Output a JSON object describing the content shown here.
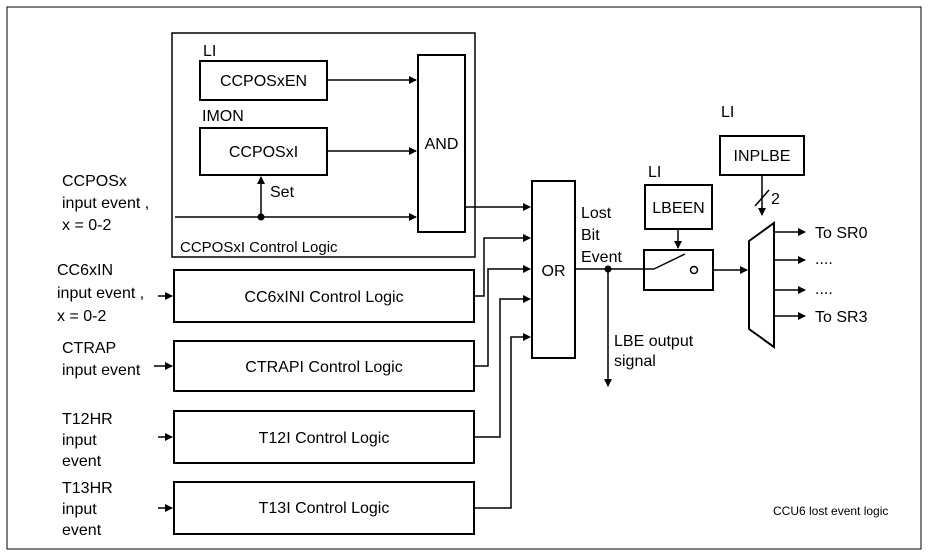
{
  "logic_block": {
    "enable_group": "LI",
    "enable_register": "CCPOSxEN",
    "status_group": "IMON",
    "status_register": "CCPOSxI",
    "set_label": "Set",
    "and_gate": "AND",
    "caption": "CCPOSxI Control Logic"
  },
  "inputs": {
    "ccpos": [
      "CCPOSx",
      "input event ,",
      "x = 0-2"
    ],
    "cc6": [
      "CC6xIN",
      "input event ,",
      "x = 0-2"
    ],
    "ctrap": [
      "CTRAP",
      "input event"
    ],
    "t12": [
      "T12HR",
      "input",
      "event"
    ],
    "t13": [
      "T13HR",
      "input",
      "event"
    ]
  },
  "control_blocks": {
    "cc6": "CC6xINI Control Logic",
    "ctrap": "CTRAPI Control Logic",
    "t12": "T12I Control Logic",
    "t13": "T13I Control Logic"
  },
  "or_gate": "OR",
  "lost_bit_event": [
    "Lost",
    "Bit",
    "Event"
  ],
  "lbe_output": [
    "LBE output",
    "signal"
  ],
  "switch_enable": {
    "group": "LI",
    "register": "LBEEN"
  },
  "mux_select": {
    "group": "LI",
    "register": "INPLBE",
    "bus_width": "2"
  },
  "outputs": [
    "To SR0",
    "....",
    "....",
    "To SR3"
  ],
  "figure_note": "CCU6 lost event logic"
}
